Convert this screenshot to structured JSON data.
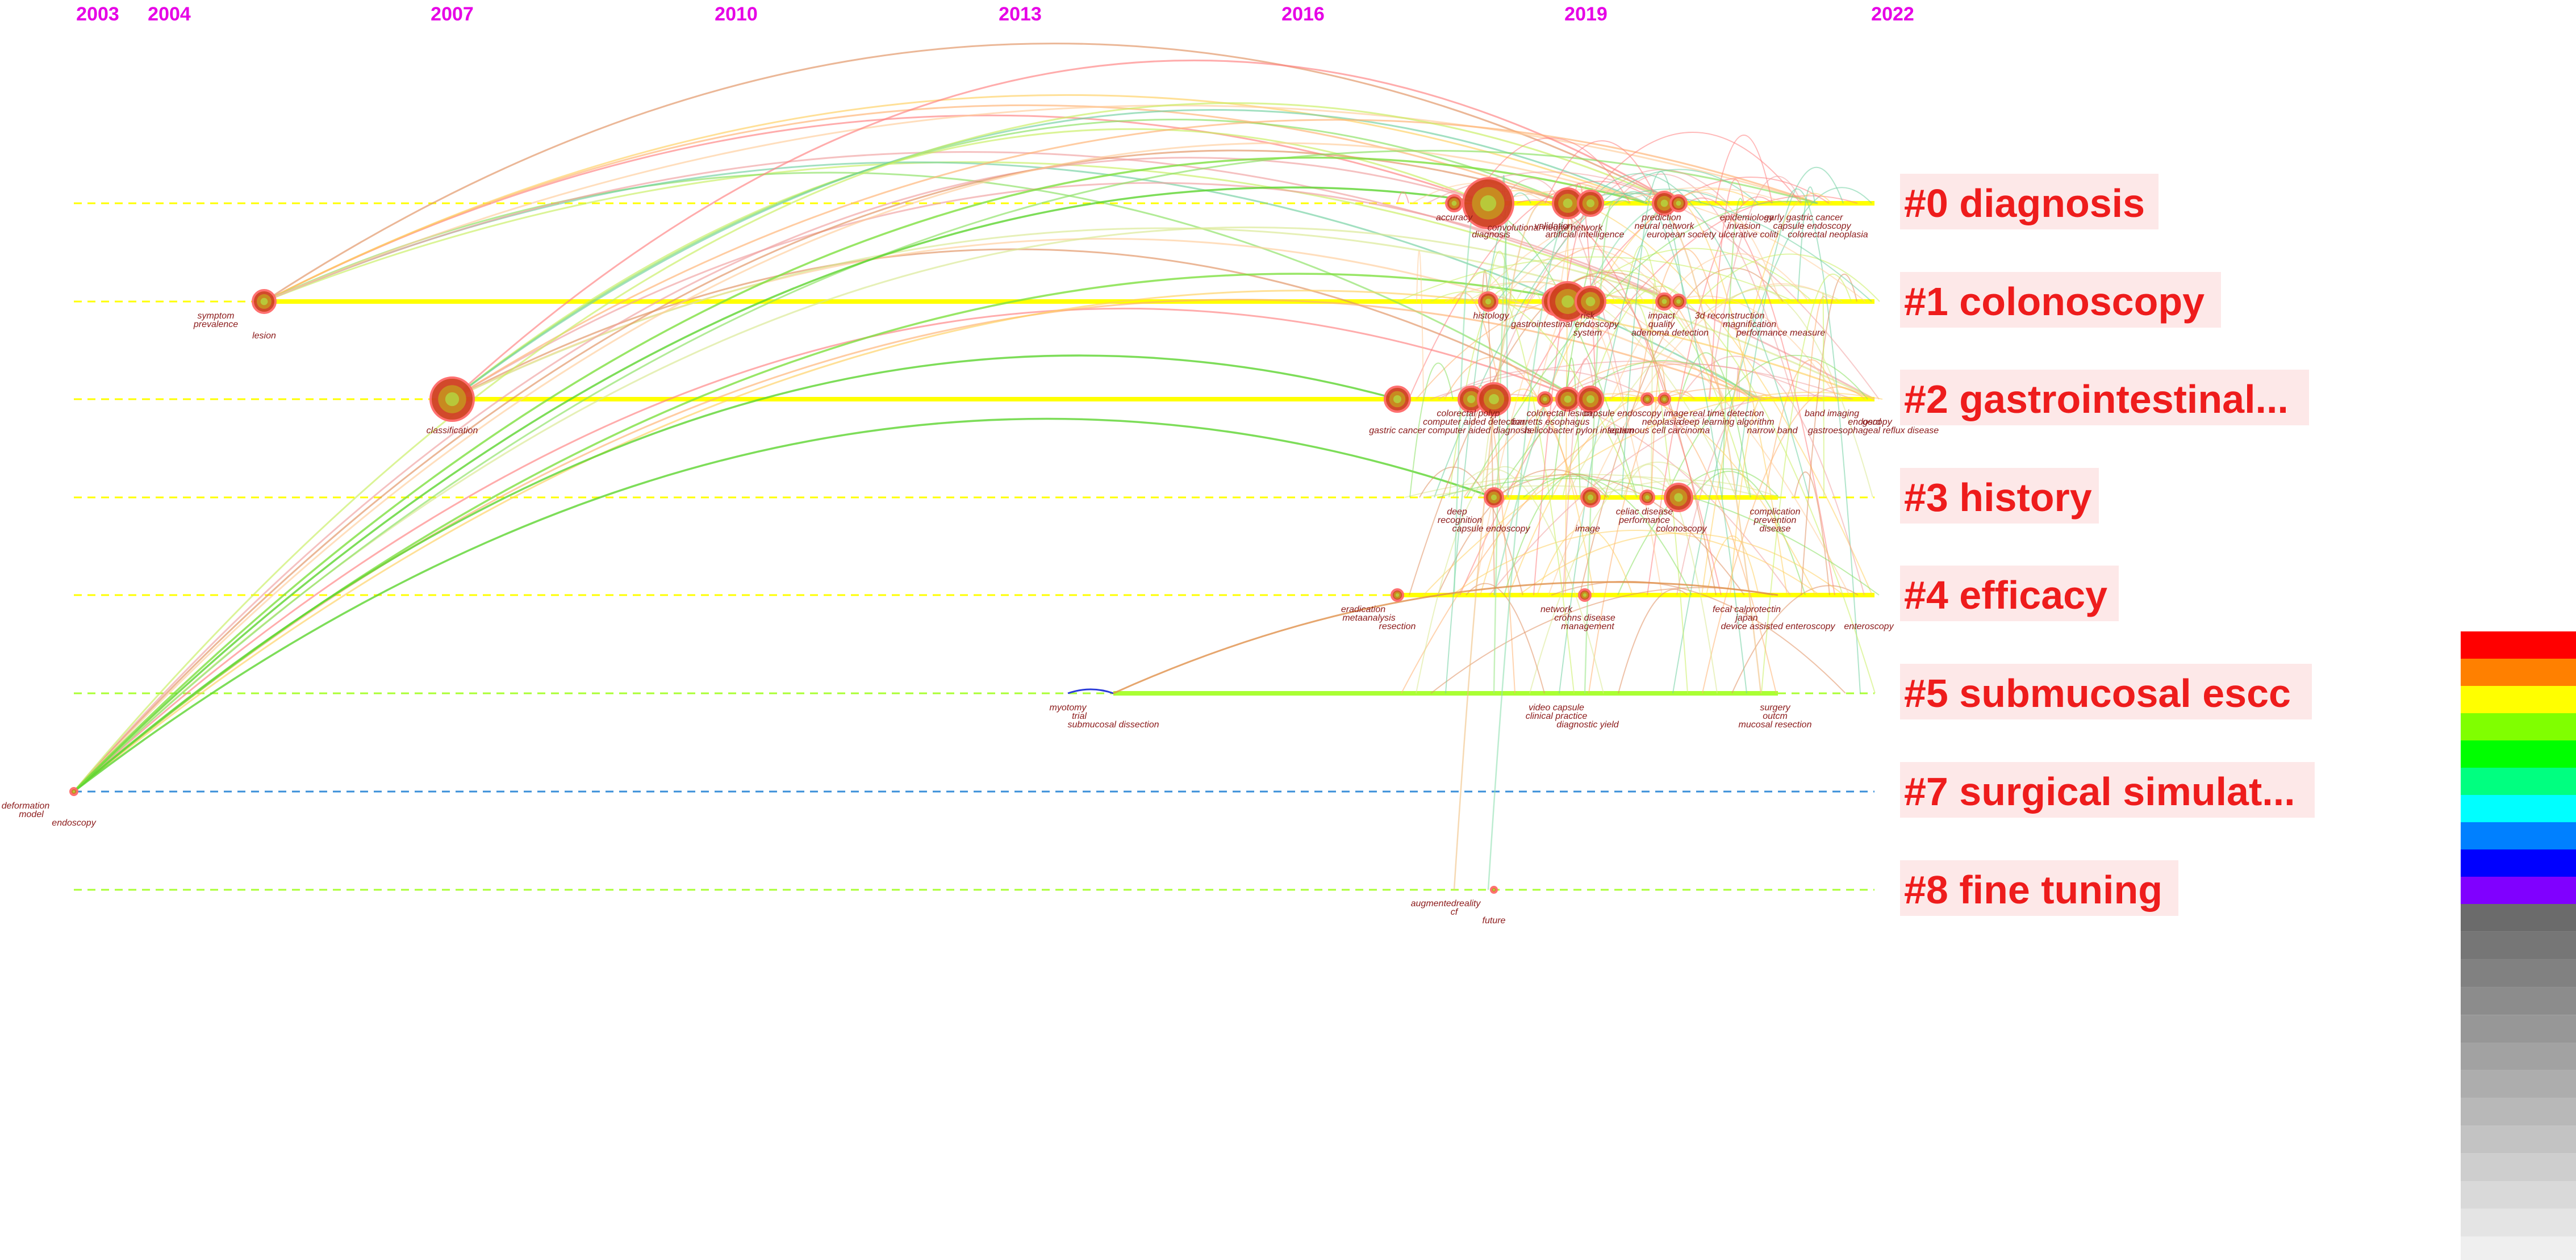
{
  "years": [
    "2003",
    "2004",
    "2007",
    "2010",
    "2013",
    "2016",
    "2019",
    "2022"
  ],
  "clusters": [
    {
      "id": "0",
      "label": "#0 diagnosis",
      "line": "dashed-yellow"
    },
    {
      "id": "1",
      "label": "#1 colonoscopy",
      "line": "dashed-yellow"
    },
    {
      "id": "2",
      "label": "#2 gastrointestinal...",
      "line": "dashed-yellow"
    },
    {
      "id": "3",
      "label": "#3 history",
      "line": "dashed-yellow"
    },
    {
      "id": "4",
      "label": "#4 efficacy",
      "line": "dashed-yellow"
    },
    {
      "id": "5",
      "label": "#5 submucosal escc",
      "line": "dashed-green"
    },
    {
      "id": "7",
      "label": "#7 surgical simulat...",
      "line": "dashed-blue"
    },
    {
      "id": "8",
      "label": "#8 fine tuning",
      "line": "dashed-green"
    }
  ],
  "keywords": {
    "c0": [
      "accuracy",
      "diagnosis",
      "convolutional neural network",
      "artificial intelligence",
      "validation",
      "prediction",
      "neural network",
      "european society",
      "epidemiology",
      "early gastric cancer",
      "invasion",
      "capsule endoscopy",
      "ulcerative coliti",
      "colorectal neoplasia"
    ],
    "c1": [
      "symptom",
      "prevalence",
      "lesion",
      "histology",
      "gastrointestinal endoscopy",
      "system",
      "risk",
      "impact",
      "quality",
      "adenoma detection",
      "3d reconstruction",
      "magnification",
      "performance measure"
    ],
    "c2": [
      "classification",
      "gastric cancer",
      "colorectal polyp",
      "computer aided detection",
      "computer aided diagnosis",
      "colorectal lesion",
      "barretts esophagus",
      "helicobacter pylori infection",
      "capsule endoscopy image",
      "neoplasia",
      "squamous cell carcinoma",
      "real time detection",
      "deep learning algorithm",
      "narrow band",
      "band imaging",
      "endoscopy",
      "gerd",
      "gastroesophageal reflux disease"
    ],
    "c3": [
      "deep",
      "recognition",
      "capsule endoscopy",
      "image",
      "celiac disease",
      "performance",
      "colonoscopy",
      "complication",
      "prevention",
      "disease"
    ],
    "c4": [
      "eradication",
      "metaanalysis",
      "resection",
      "network",
      "crohns disease",
      "management",
      "fecal calprotectin",
      "japan",
      "device assisted enteroscopy",
      "enteroscopy"
    ],
    "c5": [
      "myotomy",
      "trial",
      "submucosal dissection",
      "video capsule",
      "clinical practice",
      "diagnostic yield",
      "surgery",
      "outcm",
      "mucosal resection"
    ],
    "c7": [
      "deformation",
      "model",
      "endoscopy"
    ],
    "c8": [
      "augmentedreality",
      "cf",
      "future"
    ]
  },
  "legend_colors": [
    "#ff0000",
    "#ff8000",
    "#ffff00",
    "#80ff00",
    "#00ff00",
    "#00ff80",
    "#00ffff",
    "#0080ff",
    "#0000ff",
    "#8000ff",
    "#6b6b6b",
    "#767676",
    "#818181",
    "#8c8c8c",
    "#979797",
    "#a2a2a2",
    "#adadad",
    "#b8b8b8",
    "#c3c3c3",
    "#cecece",
    "#d9d9d9",
    "#e4e4e4",
    "#efefef"
  ],
  "colors": {
    "year_label": "#e600e6",
    "cluster_label": "#ee1c1c",
    "keyword": "#8b1a1a",
    "timeline_yellow": "#ffff00",
    "timeline_green": "#aaff33",
    "timeline_blue": "#3a8fd8"
  }
}
